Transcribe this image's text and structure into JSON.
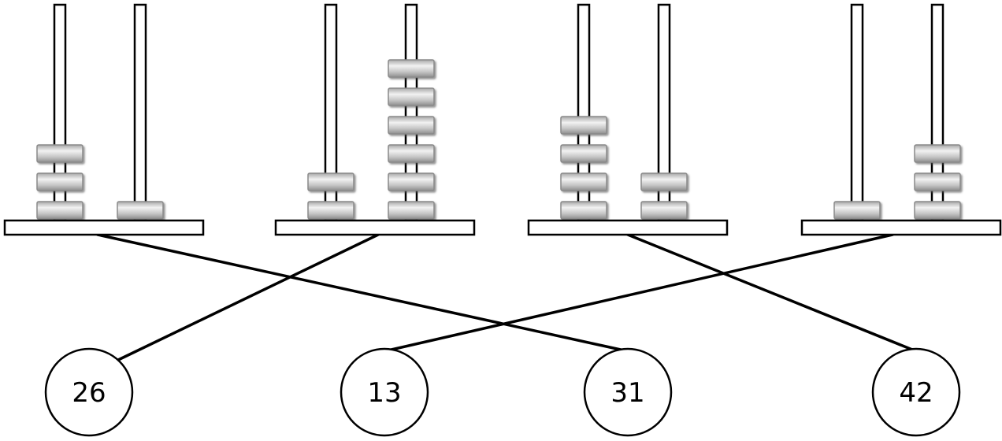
{
  "abacuses": [
    {
      "tens_beads": 3,
      "ones_beads": 1
    },
    {
      "tens_beads": 2,
      "ones_beads": 6
    },
    {
      "tens_beads": 4,
      "ones_beads": 2
    },
    {
      "tens_beads": 1,
      "ones_beads": 3
    }
  ],
  "numbers": [
    {
      "label": "26"
    },
    {
      "label": "13"
    },
    {
      "label": "31"
    },
    {
      "label": "42"
    }
  ],
  "matches": [
    {
      "abacus": 0,
      "number": 2
    },
    {
      "abacus": 1,
      "number": 0
    },
    {
      "abacus": 2,
      "number": 3
    },
    {
      "abacus": 3,
      "number": 1
    }
  ],
  "colors": {
    "bead": "#b8b8b8",
    "bead_light": "#eeeeee",
    "bead_dark": "#8a8a8a",
    "line": "#000000",
    "background": "#ffffff"
  }
}
